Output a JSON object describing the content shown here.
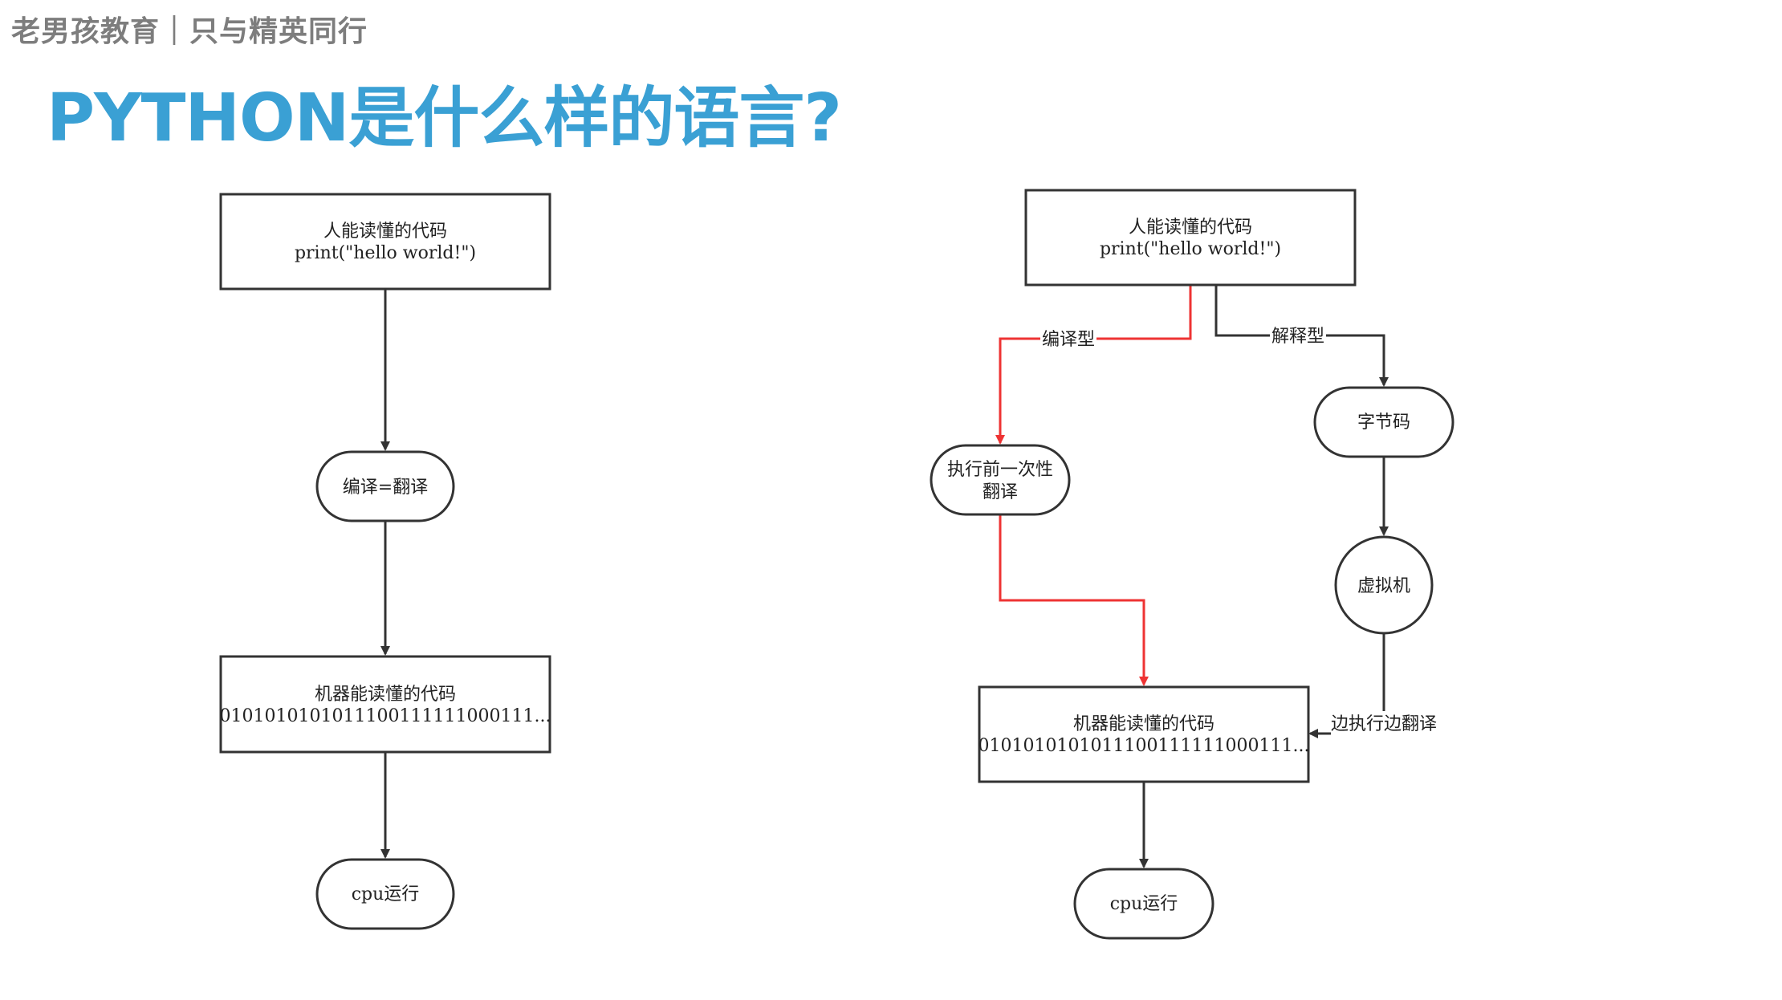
{
  "header": {
    "brand": "老男孩教育｜只与精英同行",
    "title": "PYTHON是什么样的语言?"
  },
  "colors": {
    "title": "#3aa0d4",
    "brand": "#7d7d7d",
    "compiled_path": "#ee3333",
    "default_edge": "#333333"
  },
  "left_flow": {
    "source": {
      "line1": "人能读懂的代码",
      "line2": "print(\"hello world!\")"
    },
    "compile": "编译=翻译",
    "machine": {
      "line1": "机器能读懂的代码",
      "line2": "0101010101011100111111000111..."
    },
    "cpu": "cpu运行"
  },
  "right_flow": {
    "source": {
      "line1": "人能读懂的代码",
      "line2": "print(\"hello world!\")"
    },
    "compiled_label": "编译型",
    "interpreted_label": "解释型",
    "pre_translate": {
      "line1": "执行前一次性",
      "line2": "翻译"
    },
    "bytecode": "字节码",
    "vm": "虚拟机",
    "exec_translate_label": "边执行边翻译",
    "machine": {
      "line1": "机器能读懂的代码",
      "line2": "0101010101011100111111000111..."
    },
    "cpu": "cpu运行"
  }
}
